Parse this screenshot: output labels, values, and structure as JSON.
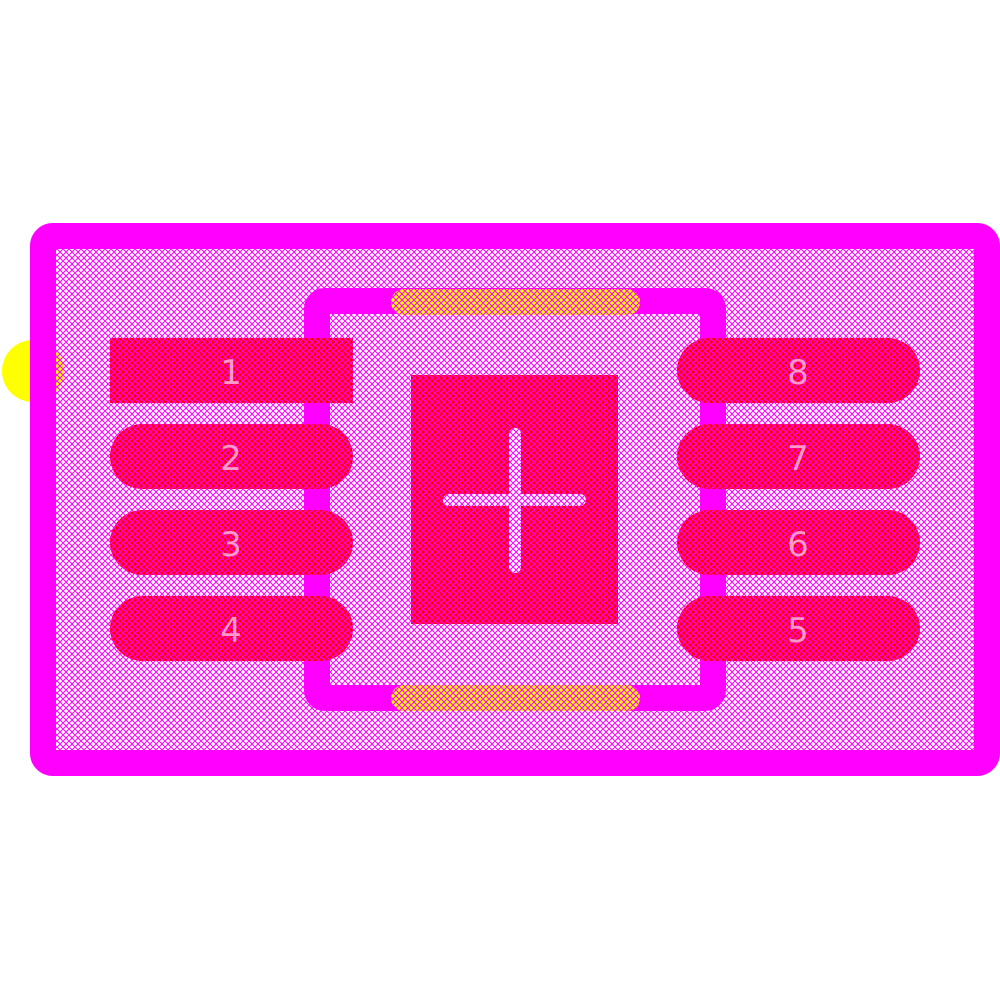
{
  "footprint": {
    "type": "8-pin SMD package with exposed pad",
    "colors": {
      "outline": "#ff00ff",
      "pad": "#ff0000",
      "silkscreen": "#ffff00",
      "hatch": "#ff00ff",
      "pin_label": "#ff99cc",
      "background": "#ffffff"
    },
    "pins": [
      {
        "number": "1",
        "side": "left",
        "shape": "rect"
      },
      {
        "number": "2",
        "side": "left",
        "shape": "oblong"
      },
      {
        "number": "3",
        "side": "left",
        "shape": "oblong"
      },
      {
        "number": "4",
        "side": "left",
        "shape": "oblong"
      },
      {
        "number": "5",
        "side": "right",
        "shape": "oblong"
      },
      {
        "number": "6",
        "side": "right",
        "shape": "oblong"
      },
      {
        "number": "7",
        "side": "right",
        "shape": "oblong"
      },
      {
        "number": "8",
        "side": "right",
        "shape": "oblong"
      }
    ],
    "center_pad": {
      "marker": "plus-crosshair"
    },
    "pin1_marker": "yellow-dot"
  }
}
